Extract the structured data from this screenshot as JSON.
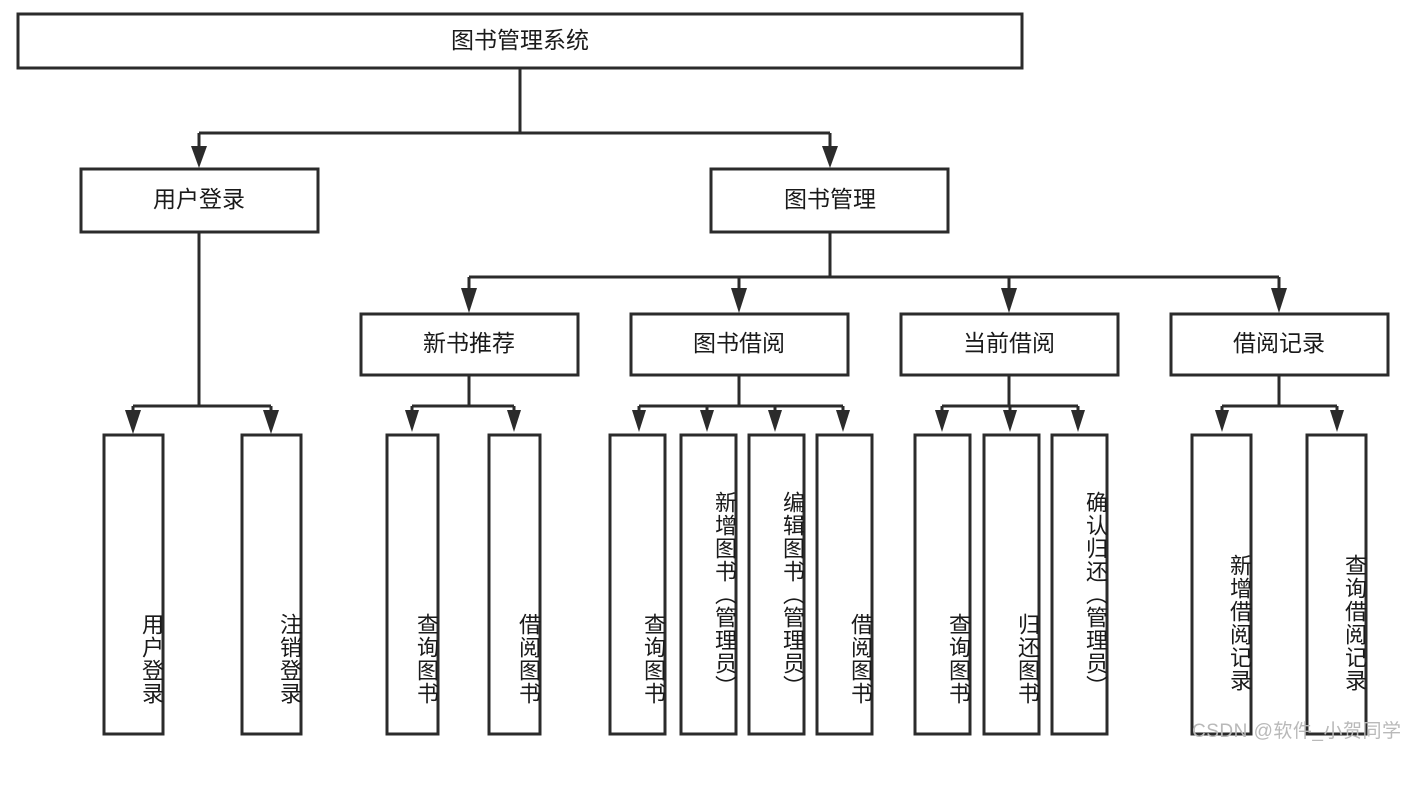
{
  "diagram": {
    "type": "tree-hierarchy-chart",
    "title": "图书管理系统",
    "orientation": "top-down",
    "colors": {
      "box_stroke": "#2b2b2b",
      "box_fill": "#ffffff",
      "connector": "#2b2b2b",
      "text": "#1a1a1a",
      "watermark": "#b9b9b9",
      "background": "#ffffff"
    },
    "root": {
      "label": "图书管理系统"
    },
    "level2": [
      {
        "label": "用户登录"
      },
      {
        "label": "图书管理"
      }
    ],
    "level3": [
      {
        "label": "新书推荐"
      },
      {
        "label": "图书借阅"
      },
      {
        "label": "当前借阅"
      },
      {
        "label": "借阅记录"
      }
    ],
    "leaves": {
      "user_login": [
        {
          "label": "用户登录"
        },
        {
          "label": "注销登录"
        }
      ],
      "new_book_recommend": [
        {
          "label": "查询图书"
        },
        {
          "label": "借阅图书"
        }
      ],
      "book_borrow": [
        {
          "label": "查询图书"
        },
        {
          "label": "新增图书（管理员）"
        },
        {
          "label": "编辑图书（管理员）"
        },
        {
          "label": "借阅图书"
        }
      ],
      "current_borrow": [
        {
          "label": "查询图书"
        },
        {
          "label": "归还图书"
        },
        {
          "label": "确认归还（管理员）"
        }
      ],
      "borrow_record": [
        {
          "label": "新增借阅记录"
        },
        {
          "label": "查询借阅记录"
        }
      ]
    },
    "watermark": "CSDN @软件_小贺同学"
  }
}
